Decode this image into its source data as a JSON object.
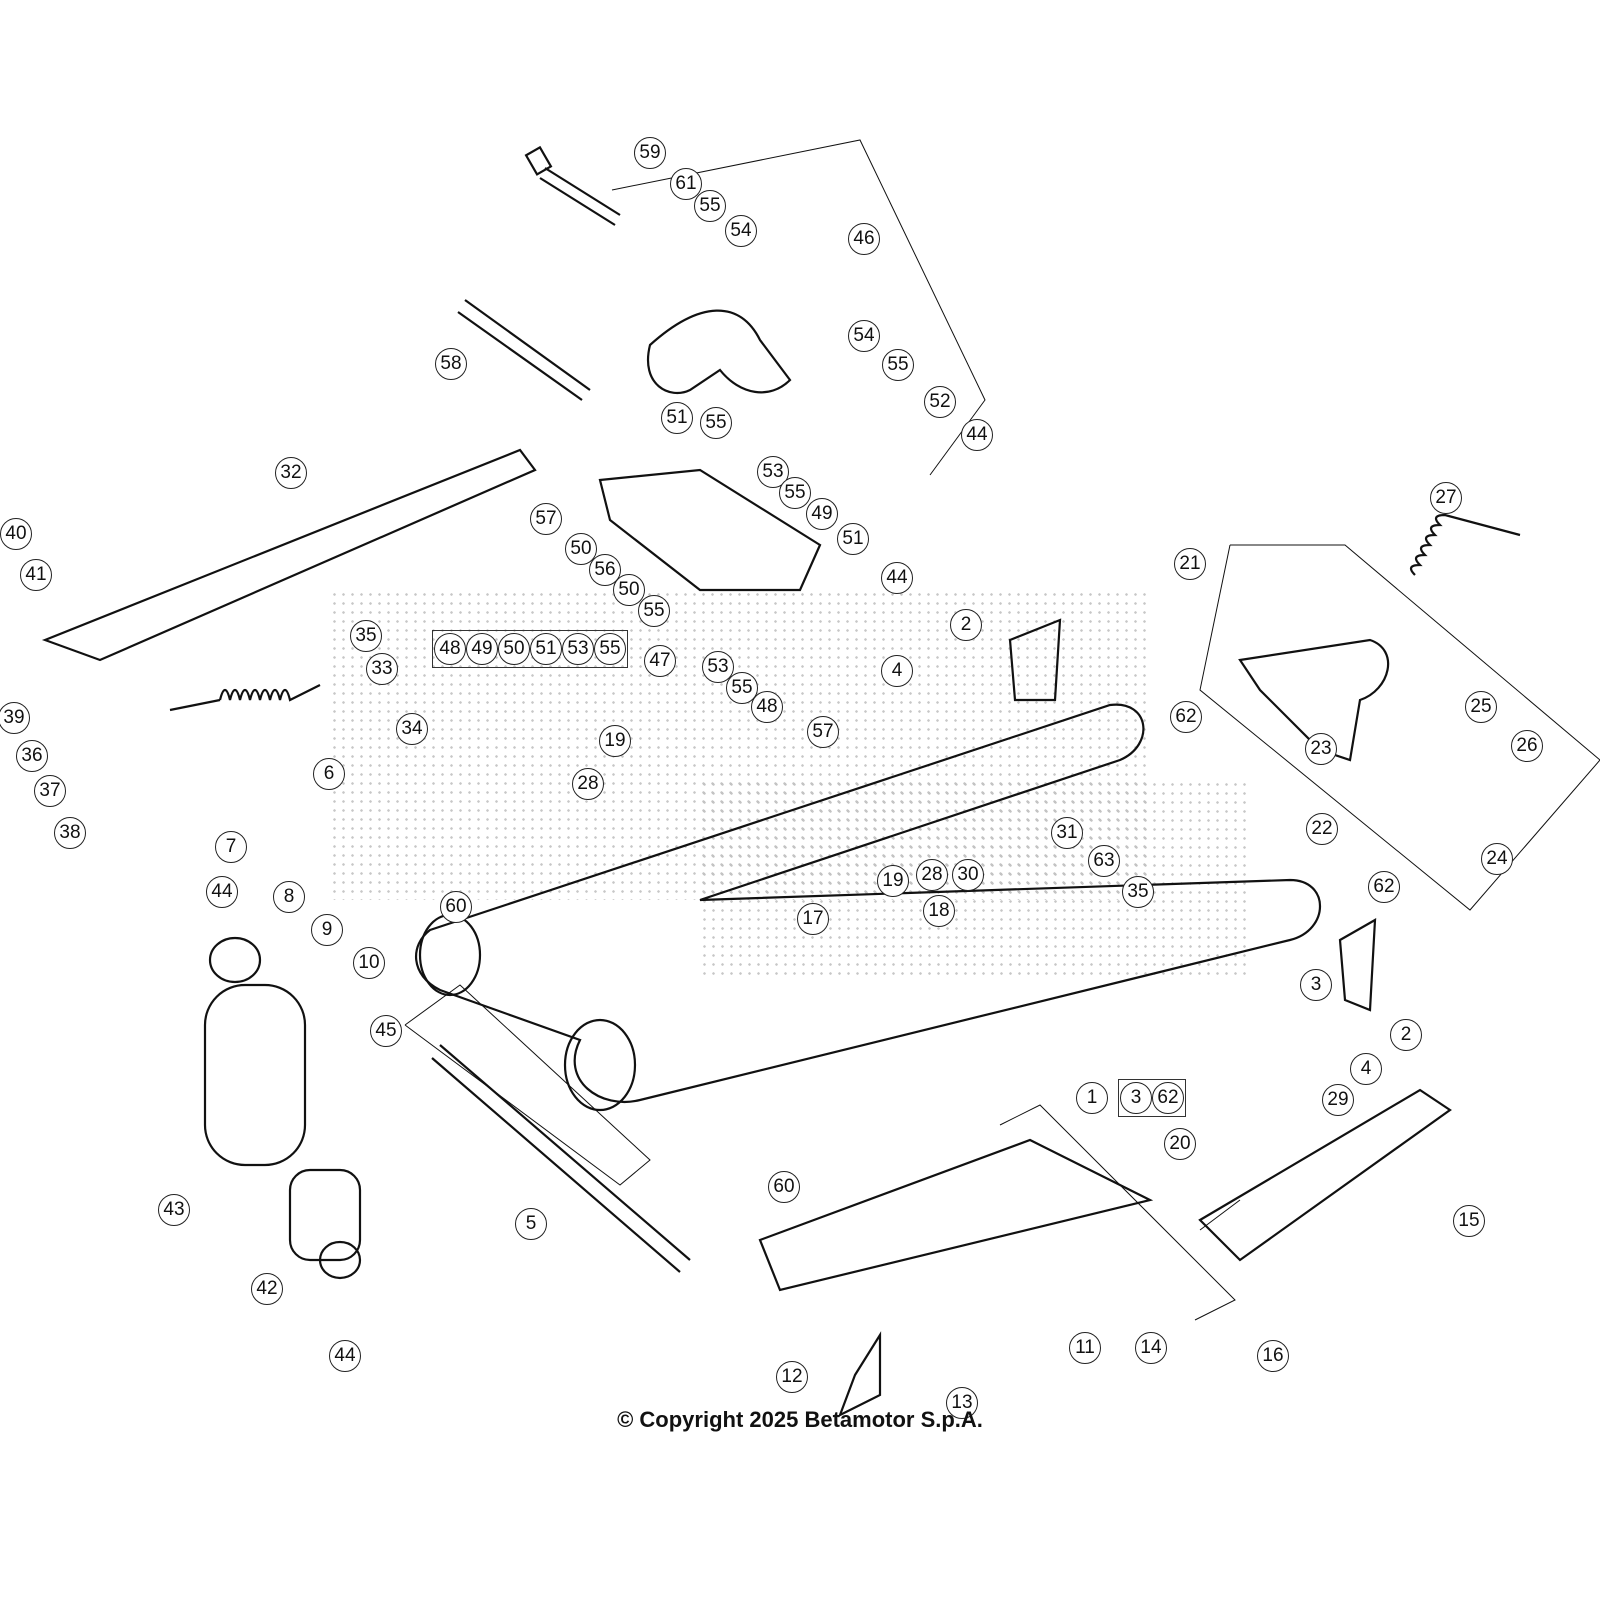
{
  "callouts": [
    "59",
    "61",
    "55",
    "54",
    "46",
    "58",
    "54",
    "55",
    "52",
    "44",
    "51",
    "55",
    "57",
    "53",
    "55",
    "49",
    "50",
    "56",
    "51",
    "50",
    "55",
    "44",
    "47",
    "53",
    "55",
    "48",
    "57",
    "32",
    "40",
    "41",
    "35",
    "33",
    "39",
    "34",
    "36",
    "6",
    "37",
    "38",
    "7",
    "8",
    "9",
    "10",
    "44",
    "19",
    "28",
    "60",
    "2",
    "4",
    "62",
    "19",
    "28",
    "30",
    "31",
    "63",
    "35",
    "18",
    "17",
    "62",
    "3",
    "2",
    "4",
    "21",
    "27",
    "25",
    "23",
    "26",
    "22",
    "24",
    "1",
    "29",
    "20",
    "15",
    "45",
    "43",
    "5",
    "60",
    "42",
    "44",
    "11",
    "14",
    "16",
    "12",
    "13"
  ],
  "kit_47": [
    "48",
    "49",
    "50",
    "51",
    "53",
    "55"
  ],
  "kit_1": [
    "3",
    "62"
  ],
  "copyright": "© Copyright 2025 Betamotor S.p.A."
}
